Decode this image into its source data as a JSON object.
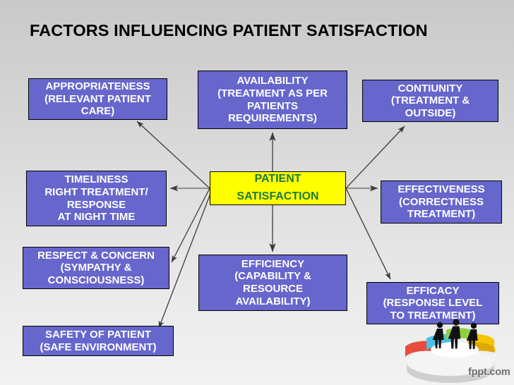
{
  "slide": {
    "title": "FACTORS INFLUENCING PATIENT SATISFACTION",
    "background_top_color": "#c9c9c9",
    "background_bottom_color": "#f2f2f2"
  },
  "center": {
    "name": "patient-satisfaction",
    "line1": "PATIENT",
    "line2": "SATISFACTION",
    "fill_color": "#ffff00",
    "text_color": "#1b7a3d"
  },
  "factor_style": {
    "fill_color": "#6666cc",
    "text_color": "#ffffff",
    "border_color": "#000000"
  },
  "factors": [
    {
      "name": "appropriateness",
      "lines": [
        "APPROPRIATENESS",
        "(RELEVANT PATIENT",
        "CARE)"
      ]
    },
    {
      "name": "availability",
      "lines": [
        "AVAILABILITY",
        "(TREATMENT AS PER",
        "PATIENTS",
        "REQUIREMENTS)"
      ]
    },
    {
      "name": "continuity",
      "lines": [
        "CONTIUNITY",
        "(TREATMENT &",
        "OUTSIDE)"
      ]
    },
    {
      "name": "timeliness",
      "lines": [
        "TIMELINESS",
        "RIGHT TREATMENT/",
        "RESPONSE",
        "AT NIGHT TIME"
      ]
    },
    {
      "name": "effectiveness",
      "lines": [
        "EFFECTIVENESS",
        "(CORRECTNESS",
        "TREATMENT)"
      ]
    },
    {
      "name": "respect-concern",
      "lines": [
        "RESPECT & CONCERN",
        "(SYMPATHY &",
        "CONSCIOUSNESS)"
      ]
    },
    {
      "name": "efficiency",
      "lines": [
        "EFFICIENCY",
        "(CAPABILITY &",
        "RESOURCE",
        "AVAILABILITY)"
      ]
    },
    {
      "name": "efficacy",
      "lines": [
        "EFFICACY",
        "(RESPONSE LEVEL",
        "TO TREATMENT)"
      ]
    },
    {
      "name": "safety",
      "lines": [
        "SAFETY OF PATIENT",
        "(SAFE ENVIRONMENT)"
      ]
    }
  ],
  "connectors": {
    "arrow_color": "#404040",
    "targets": [
      "appropriateness",
      "availability",
      "continuity",
      "timeliness",
      "effectiveness",
      "respect-concern",
      "efficiency",
      "efficacy",
      "safety"
    ]
  },
  "watermark": {
    "text": "fppt.com",
    "graphic": "podium-pie-chart-with-people"
  }
}
